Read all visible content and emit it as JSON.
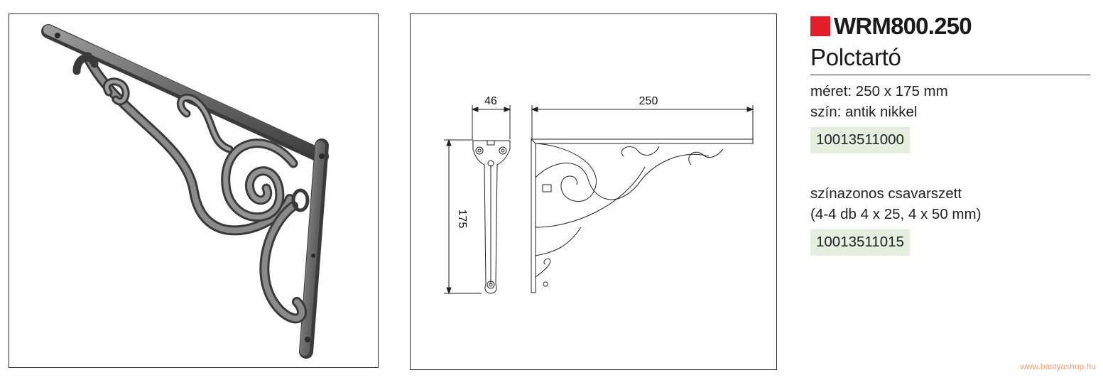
{
  "product": {
    "code": "WRM800.250",
    "name": "Polctartó",
    "size_line": "méret: 250 x 175 mm",
    "color_line": "szín: antik nikkel",
    "sku": "10013511000"
  },
  "screw_kit": {
    "title": "színazonos csavarszett",
    "detail": "(4-4 db 4 x 25, 4 x 50 mm)",
    "sku": "10013511015"
  },
  "drawing": {
    "width_label": "46",
    "length_label": "250",
    "height_label": "175"
  },
  "accent_color": "#e11d2a",
  "sku_background": "#e4efe0",
  "watermark": "www.bastyashop.hu"
}
